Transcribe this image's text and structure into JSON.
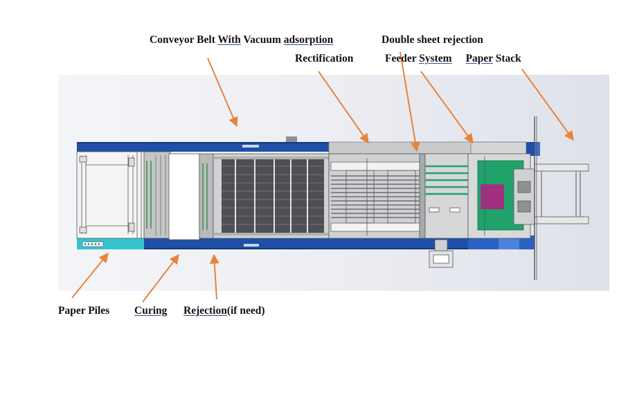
{
  "labels": {
    "conveyor": {
      "a": "Conveyor Belt ",
      "b": "With",
      "c": " Vacuum ",
      "d": "adsorption"
    },
    "double_sheet": "Double sheet rejection",
    "rectification": "Rectification",
    "feeder": {
      "a": "Feeder ",
      "b": "System",
      "c": "Paper",
      "d": " Stack"
    },
    "paper_piles": "Paper Piles",
    "curing": "Curing",
    "rejection": {
      "a": "Rejection",
      "b": "(if need)"
    }
  },
  "colors": {
    "frame_blue": "#1f4fa6",
    "cyan_base": "#35c3cf",
    "feeder_green": "#1fa36b",
    "magenta_block": "#a0307f",
    "arrow_orange": "#e8833a",
    "machine_gray": "#c9cacb",
    "background_panel": "#e7e8ef"
  }
}
